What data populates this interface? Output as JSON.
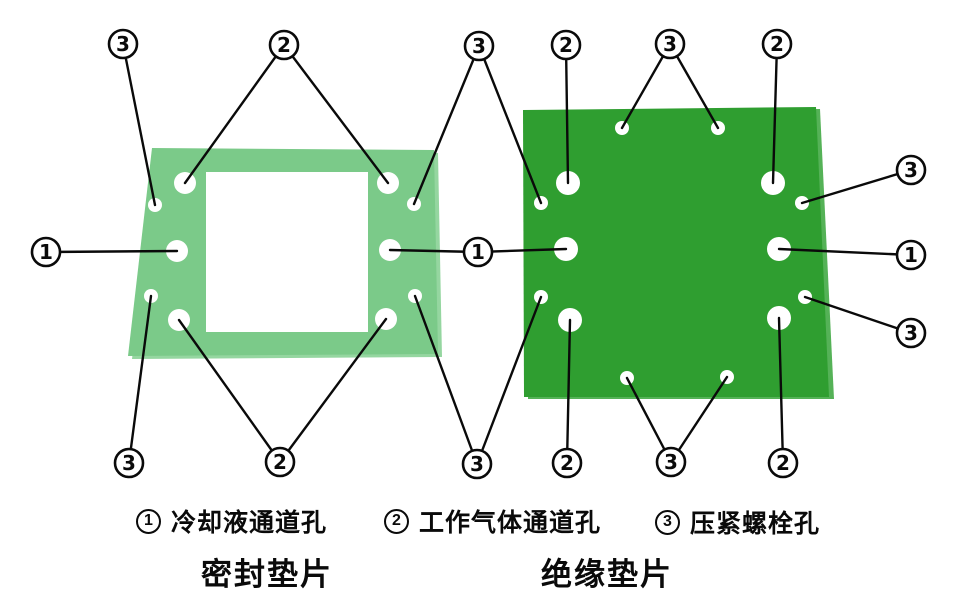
{
  "page": {
    "background": "#ffffff"
  },
  "colors": {
    "sealing_gasket": "#7bca89",
    "sealing_gasket_edge": "#95d6a0",
    "insulating_gasket": "#2f9e30",
    "insulating_gasket_edge": "#55b257",
    "line": "#0a0a0a",
    "hole": "#ffffff"
  },
  "symbols": {
    "s1": "1",
    "s2": "2",
    "s3": "3"
  },
  "legend": {
    "item1": {
      "num": "1",
      "label": "冷却液通道孔"
    },
    "item2": {
      "num": "2",
      "label": "工作气体通道孔"
    },
    "item3": {
      "num": "3",
      "label": "压紧螺栓孔"
    }
  },
  "titles": {
    "sealing": "密封垫片",
    "insulating": "绝缘垫片"
  }
}
